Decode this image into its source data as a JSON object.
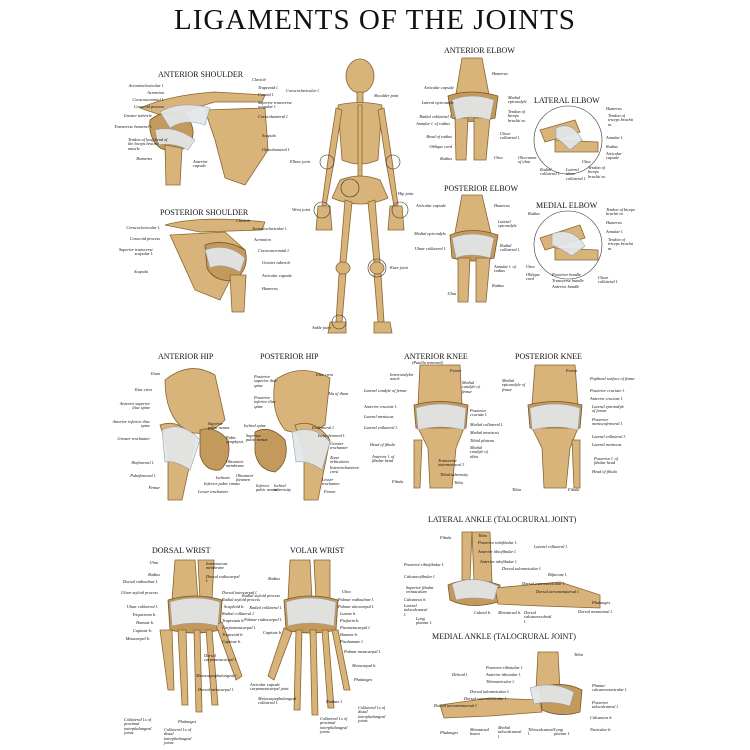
{
  "title": "LIGAMENTS OF THE JOINTS",
  "sections": {
    "anterior_shoulder": "ANTERIOR SHOULDER",
    "posterior_shoulder": "POSTERIOR SHOULDER",
    "anterior_elbow": "ANTERIOR ELBOW",
    "lateral_elbow": "LATERAL ELBOW",
    "posterior_elbow": "POSTERIOR ELBOW",
    "medial_elbow": "MEDIAL ELBOW",
    "anterior_hip": "ANTERIOR HIP",
    "posterior_hip": "POSTERIOR HIP",
    "anterior_knee": "ANTERIOR KNEE",
    "anterior_knee_sub": "(Patella removed)",
    "posterior_knee": "POSTERIOR KNEE",
    "dorsal_wrist": "DORSAL WRIST",
    "volar_wrist": "VOLAR WRIST",
    "lateral_ankle": "LATERAL ANKLE (TALOCRURAL JOINT)",
    "medial_ankle": "MEDIAL ANKLE (TALOCRURAL JOINT)"
  },
  "skeleton_labels": {
    "shoulder_joint": "Shoulder joint",
    "elbow_joint": "Elbow joint",
    "wrist_joint": "Wrist joint",
    "hip_joint": "Hip joint",
    "knee_joint": "Knee joint",
    "ankle_joint": "Ankle joint"
  },
  "anterior_shoulder_labels": {
    "left": [
      "Acromioclavicular l.",
      "Acromion",
      "Coracoacromial l.",
      "Coracoid process",
      "Greater tubercle",
      "Transverse humeral l.",
      "Tendon of long head of the biceps brachii muscle",
      "Humerus"
    ],
    "right": [
      "Clavicle",
      "Trapezoid l.",
      "Conoid l.",
      "Coracoclavicular l.",
      "Superior transverse scapular l.",
      "Coracohumeral l.",
      "Scapula",
      "Glenohumeral l.",
      "Anterior capsule"
    ]
  },
  "posterior_shoulder_labels": {
    "left": [
      "Coracoclavicular l.",
      "Coracoid process",
      "Superior transverse scapular l.",
      "Scapula"
    ],
    "right": [
      "Clavicle",
      "Acromioclavicular l.",
      "Acromion",
      "Coracoacromial l.",
      "Greater tubercle",
      "Articular capsule",
      "Humerus"
    ]
  },
  "anterior_elbow_labels": {
    "left": [
      "Articular capsule",
      "Lateral epicondyle",
      "Radial collateral l.",
      "Annular l. of radius",
      "Head of radius",
      "Oblique cord",
      "Radius"
    ],
    "right": [
      "Humerus",
      "Medial epicondyle",
      "Tendon of biceps brachii m.",
      "Ulnar collateral l.",
      "Ulna"
    ]
  },
  "lateral_elbow_labels": [
    "Humerus",
    "Tendon of triceps brachii m.",
    "Annular l.",
    "Radius",
    "Articular capsule",
    "Olecranon of ulna",
    "Radial collateral l.",
    "Lateral ulnar collateral l.",
    "Ulna",
    "Tendon of biceps brachii m."
  ],
  "posterior_elbow_labels": {
    "left": [
      "Articular capsule",
      "Medial epicondyle",
      "Ulnar collateral l.",
      "Ulna"
    ],
    "right": [
      "Humerus",
      "Lateral epicondyle",
      "Radial collateral l.",
      "Annular l. of radius",
      "Radius"
    ]
  },
  "medial_elbow_labels": [
    "Radius",
    "Tendon of biceps brachii m.",
    "Humerus",
    "Annular l.",
    "Tendon of triceps brachii m.",
    "Ulna",
    "Oblique cord",
    "Posterior bundle",
    "Transverse bundle",
    "Anterior bundle",
    "Ulnar collateral l."
  ],
  "anterior_hip_labels": {
    "left": [
      "Ilium",
      "Iliac crest",
      "Anterior superior iliac spine",
      "Anterior inferior iliac spine",
      "Greater trochanter",
      "Iliofemoral l.",
      "Pubofemoral l.",
      "Femur"
    ],
    "center": [
      "Superior pubic ramus",
      "Pubic symphysis",
      "Obturator membrane",
      "Ischium",
      "Inferior pubic ramus",
      "Lesser trochanter"
    ]
  },
  "posterior_hip_labels": {
    "left": [
      "Posterior superior iliac spine",
      "Posterior inferior iliac spine",
      "Ischial spine",
      "Superior pubic ramus",
      "Obturator foramen",
      "Inferior pubic ramus",
      "Ischial tuberosity"
    ],
    "right": [
      "Iliac crest",
      "Ala of ilium",
      "Iliofemoral l.",
      "Ischiofemoral l.",
      "Greater trochanter",
      "Zona orbicularis",
      "Intertrochanteric crest",
      "Lesser trochanter",
      "Femur"
    ]
  },
  "anterior_knee_labels": {
    "left": [
      "Intercondylar notch",
      "Lateral condyle of femur",
      "Anterior cruciate l.",
      "Lateral meniscus",
      "Lateral collateral l.",
      "Head of fibula",
      "Anterior l. of fibular head",
      "Fibula"
    ],
    "right": [
      "Femur",
      "Medial condyle of femur",
      "Posterior cruciate l.",
      "Medial collateral l.",
      "Medial meniscus",
      "Tibial plateau",
      "Medial condyle of tibia",
      "Transverse intermeniscal l.",
      "Tibial tuberosity",
      "Tibia"
    ]
  },
  "posterior_knee_labels": {
    "left": [
      "Medial epicondyle of femur",
      "Tibia"
    ],
    "right": [
      "Femur",
      "Popliteal surface of femur",
      "Posterior cruciate l.",
      "Anterior cruciate l.",
      "Lateral epicondyle of femur",
      "Posterior meniscofemoral l.",
      "Lateral collateral l.",
      "Lateral meniscus",
      "Posterior l. of fibular head",
      "Head of fibula",
      "Fibula"
    ]
  },
  "dorsal_wrist_labels": {
    "left": [
      "Ulna",
      "Radius",
      "Dorsal radioulnar l.",
      "Ulnar styloid process",
      "Ulnar collateral l.",
      "Triquetrum b.",
      "Hamate b.",
      "Capitate b.",
      "Metacarpal b."
    ],
    "right": [
      "Interosseous membrane",
      "Dorsal radiocarpal l.",
      "Dorsal intercarpal l.",
      "Radial styloid process",
      "Scaphoid b.",
      "Radial collateral l.",
      "Trapezium b.",
      "Carpometacarpal l.",
      "Trapezoid b.",
      "Capitate b.",
      "Dorsal carpometacarpal l.",
      "Metacarpophalangeal l.",
      "Dorsal metacarpal l.",
      "Collateral l.s of proximal interphalangeal joints",
      "Phalanges",
      "Collateral l.s of distal interphalangeal joints"
    ]
  },
  "volar_wrist_labels": {
    "left": [
      "Radius",
      "Radial styloid process",
      "Radial collateral l.",
      "Palmar radiocarpal l.",
      "Capitate b.",
      "Articular capsule carpometacarpal joint",
      "Metacarpophalangeal collateral l."
    ],
    "right": [
      "Ulna",
      "Palmar radioulnar l.",
      "Palmar ulnocarpal l.",
      "Lunate b.",
      "Pisiform b.",
      "Pisometacarpal l.",
      "Hamate b.",
      "Pisohamate l.",
      "Palmar metacarpal l.",
      "Metacarpal b.",
      "Phalanges",
      "Radiate l.",
      "Collateral l.s of proximal interphalangeal joints",
      "Collateral l.s of distal interphalangeal joints"
    ]
  },
  "lateral_ankle_labels": {
    "left": [
      "Fibula",
      "Posterior tibiofibular l.",
      "Calcaneofibular l.",
      "Superior fibular retinaculum",
      "Calcaneus b.",
      "Lateral talocalcaneal l.",
      "Long plantar l."
    ],
    "right": [
      "Tibia",
      "Posterior talofibular l.",
      "Anterior tibiofibular l.",
      "Anterior talofibular l.",
      "Lateral collateral l.",
      "Dorsal talonavicular l.",
      "Bifurcate l.",
      "Dorsal cuneonavicular l.",
      "Dorsal tarsometatarsal l.",
      "Phalanges",
      "Dorsal metatarsal l.",
      "Cuboid b.",
      "Metatarsal b.",
      "Dorsal calcaneocuboid l."
    ]
  },
  "medial_ankle_labels": {
    "left": [
      "Deltoid l.",
      "Posterior tibiotalar l.",
      "Anterior tibiotalar l.",
      "Tibionavicular l.",
      "Dorsal talonavicular l.",
      "Dorsal cuneonavicular l.",
      "Dorsal tarsometatarsal l.",
      "Phalanges",
      "Metatarsal bones"
    ],
    "right": [
      "Tibia",
      "Plantar calcaneonavicular l.",
      "Posterior talocalcaneal l.",
      "Calcaneus b.",
      "Navicular b.",
      "Medial talocalcaneal l.",
      "Long plantar l.",
      "Tibiocalcaneal l."
    ]
  },
  "colors": {
    "bone": "#d8b47a",
    "bone_shadow": "#c49a5c",
    "ligament": "#e3e7ea",
    "outline": "#8a6530"
  }
}
